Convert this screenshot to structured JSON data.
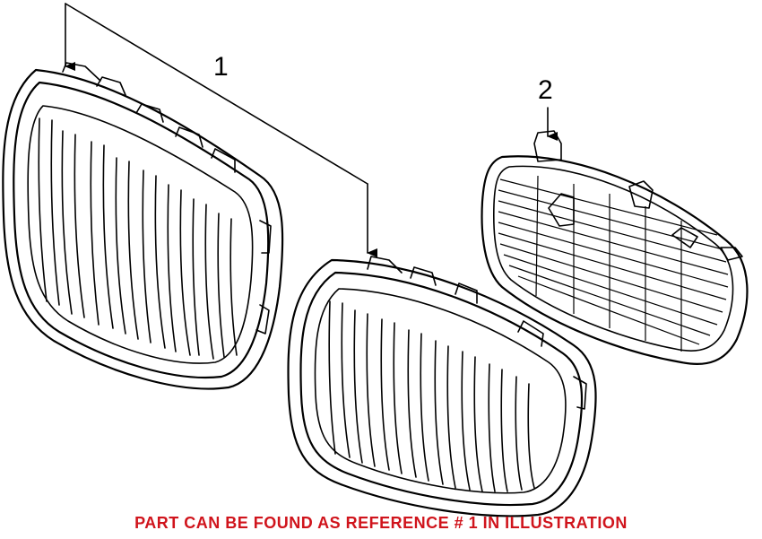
{
  "callouts": {
    "part_1": "1",
    "part_2": "2"
  },
  "caption": {
    "text": "PART CAN BE FOUND AS REFERENCE # 1 IN ILLUSTRATION",
    "color": "#d0141c"
  }
}
